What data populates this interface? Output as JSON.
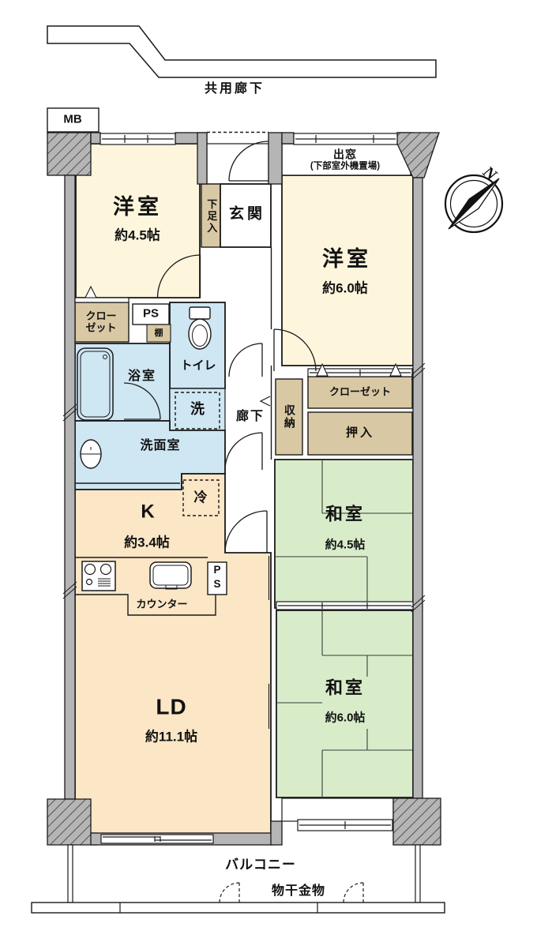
{
  "plan": {
    "common_corridor": "共用廊下",
    "meter_box": "MB",
    "compass_north": "N",
    "rooms": {
      "western_45": {
        "name": "洋室",
        "size": "約4.5帖"
      },
      "western_60": {
        "name": "洋室",
        "size": "約6.0帖"
      },
      "japanese_45": {
        "name": "和室",
        "size": "約4.5帖"
      },
      "japanese_60": {
        "name": "和室",
        "size": "約6.0帖"
      },
      "living_dining": {
        "name": "LD",
        "size": "約11.1帖"
      },
      "kitchen": {
        "name": "K",
        "size": "約3.4帖"
      }
    },
    "labels": {
      "entrance": "玄関",
      "shoe_box": "下足入",
      "bay_window": "出窓",
      "bay_window_note": "(下部室外機置場)",
      "closet_left_line1": "クロー",
      "closet_left_line2": "ゼット",
      "pipe_space_top": "PS",
      "shelf": "棚",
      "toilet": "トイレ",
      "bathroom": "浴室",
      "washer": "洗",
      "corridor": "廊下",
      "washroom": "洗面室",
      "storage": "収納",
      "closet_right": "クローゼット",
      "oshiire": "押入",
      "fridge": "冷",
      "counter": "カウンター",
      "pipe_space_kitchen_line1": "P",
      "pipe_space_kitchen_line2": "S",
      "balcony": "バルコニー",
      "laundry_hardware": "物干金物"
    },
    "colors": {
      "wall": "#b5b5b5",
      "western_room": "#fdf6dd",
      "tatami_room": "#d9ecc9",
      "living_kitchen": "#fbe6c6",
      "wet_area": "#cfe6f3",
      "storage_tan": "#d9c8a4"
    }
  }
}
